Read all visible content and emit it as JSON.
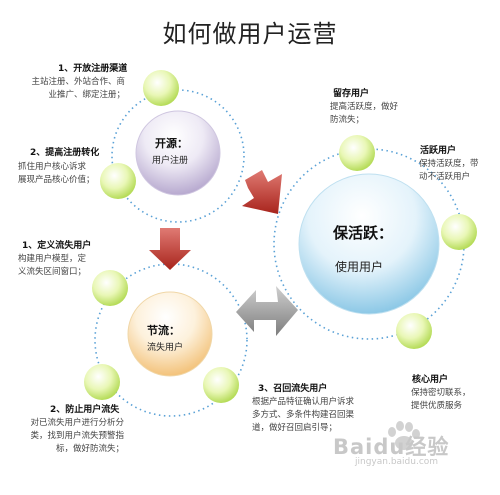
{
  "title": "如何做用户运营",
  "clusters": {
    "open": {
      "center_title": "开源：",
      "center_sub": "用户注册",
      "notes": [
        {
          "head": "1、开放注册渠道",
          "lines": [
            "主站注册、外站合作、商",
            "业推广、绑定注册；"
          ]
        },
        {
          "head": "2、提高注册转化",
          "lines": [
            "抓住用户核心诉求",
            "展现产品核心价值；"
          ]
        }
      ]
    },
    "save": {
      "center_title": "节流：",
      "center_sub": "流失用户",
      "notes": [
        {
          "head": "1、定义流失用户",
          "lines": [
            "构建用户模型，定",
            "义流失区间窗口；"
          ]
        },
        {
          "head": "2、防止用户流失",
          "lines": [
            "对已流失用户进行分析分",
            "类，找到用户流失预警指",
            "标，做好防流失；"
          ]
        },
        {
          "head": "3、召回流失用户",
          "lines": [
            "根据产品特征确认用户诉求",
            "多方式、多条件构建召回渠",
            "道，做好召回启引导；"
          ]
        }
      ]
    },
    "active": {
      "center_title": "保活跃：",
      "center_sub": "使用用户",
      "notes": [
        {
          "head": "留存用户",
          "lines": [
            "提高活跃度，做好",
            "防流失；"
          ]
        },
        {
          "head": "活跃用户",
          "lines": [
            "保持活跃度，带",
            "动不活跃用户"
          ]
        },
        {
          "head": "核心用户",
          "lines": [
            "保持密切联系，",
            "提供优质服务"
          ]
        }
      ]
    }
  },
  "watermark": {
    "brand": "Baidu经验",
    "url": "jingyan.baidu.com"
  }
}
